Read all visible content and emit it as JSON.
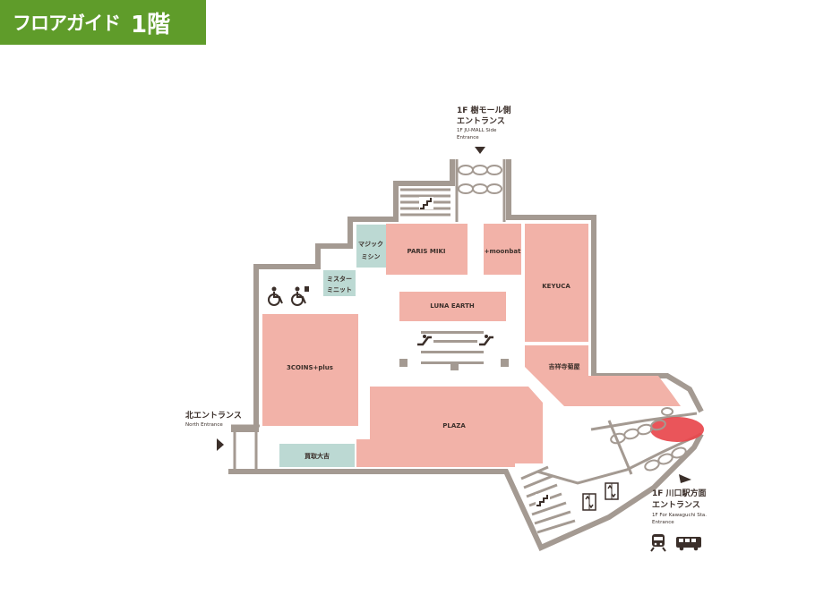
{
  "header": {
    "title": "フロアガイド",
    "floor": "1階",
    "color": "#5f9c2a"
  },
  "colors": {
    "shop": "#f2b2a8",
    "service": "#bcd9d3",
    "wall": "#a49a92",
    "highlight": "#e8474c"
  },
  "shops": {
    "paris_miki": "PARIS MIKI",
    "moonbat": "+moonbat",
    "keyuca": "KEYUCA",
    "luna_earth": "LUNA EARTH",
    "three_coins": "3COINS+plus",
    "plaza": "PLAZA",
    "kichijoji": "吉祥寺菊屋"
  },
  "services": {
    "magic_mishin_1": "マジック",
    "magic_mishin_2": "ミシン",
    "mister_minit_1": "ミスター",
    "mister_minit_2": "ミニット",
    "kaitori": "買取大吉"
  },
  "entrances": {
    "top_jp_1": "1F 樹モール側",
    "top_jp_2": "エントランス",
    "top_en_1": "1F JU-MALL Side",
    "top_en_2": "Entrance",
    "north_jp": "北エントランス",
    "north_en": "North Entrance",
    "kawaguchi_jp_1": "1F 川口駅方面",
    "kawaguchi_jp_2": "エントランス",
    "kawaguchi_en_1": "1F For Kawaguchi Sta.",
    "kawaguchi_en_2": "Entrance"
  },
  "icons": [
    "wheelchair-icon",
    "baby-wheelchair-icon",
    "stairs-icon",
    "escalator-icon",
    "elevator-icon",
    "train-icon",
    "bus-icon",
    "entrance-arrow-icon"
  ]
}
